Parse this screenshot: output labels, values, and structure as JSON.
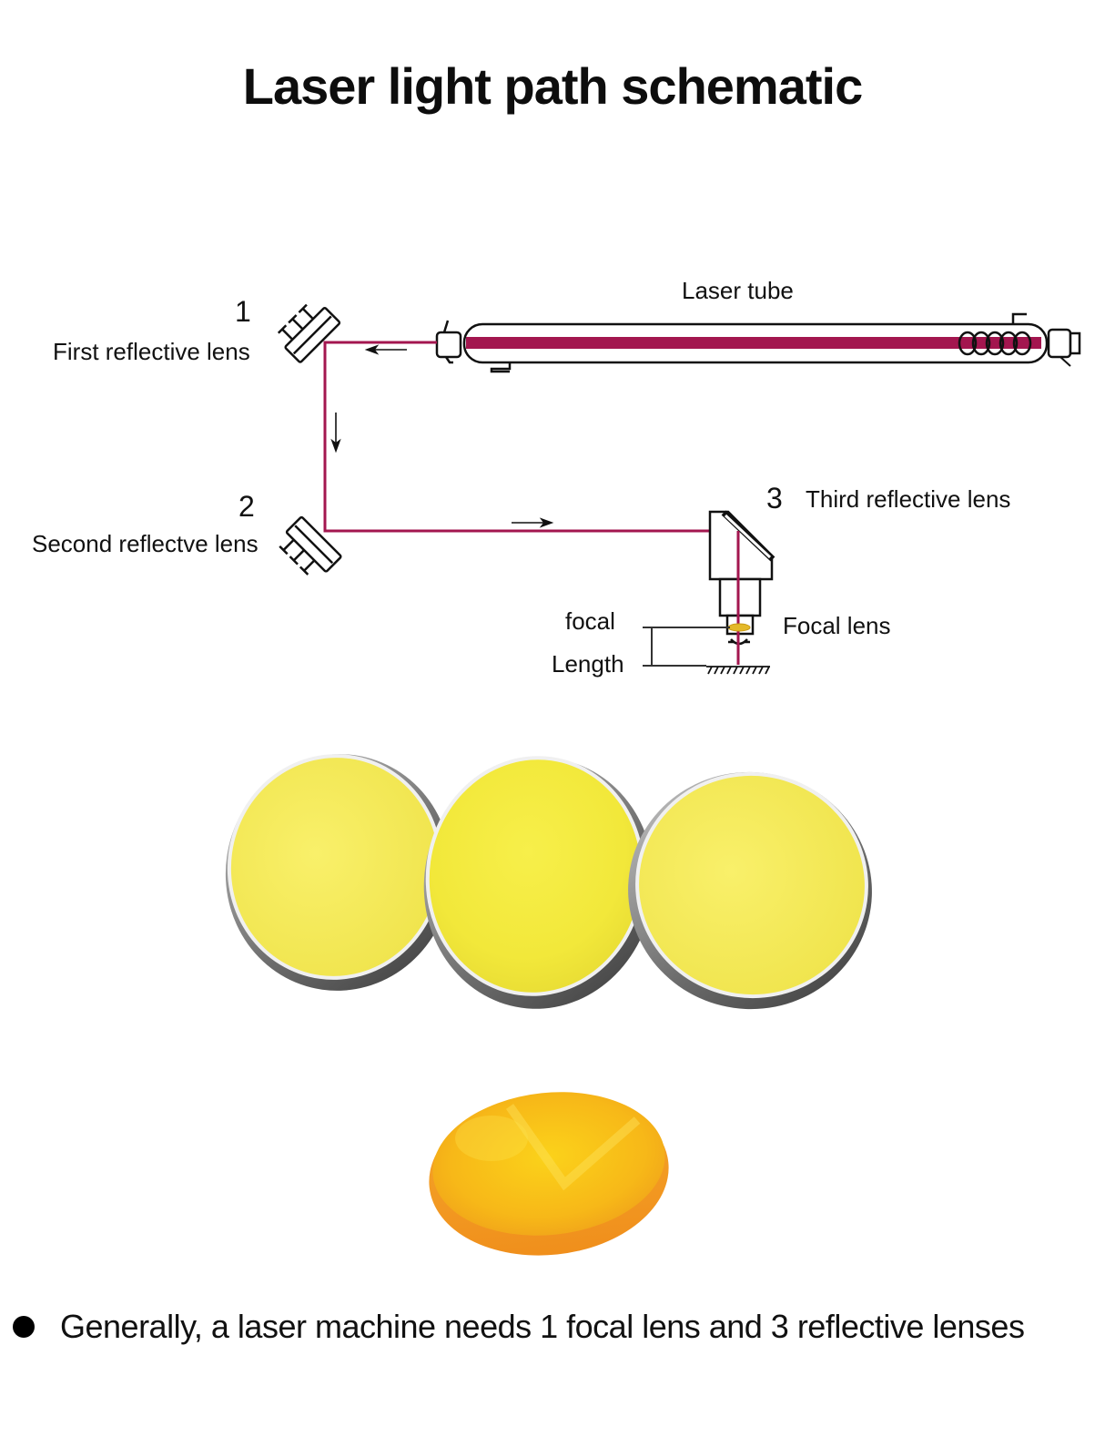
{
  "title": "Laser light path schematic",
  "diagram": {
    "laser_tube_label": "Laser tube",
    "first_lens": {
      "number": "1",
      "label": "First reflective lens"
    },
    "second_lens": {
      "number": "2",
      "label": "Second reflectve lens"
    },
    "third_lens": {
      "number": "3",
      "label": "Third reflective lens"
    },
    "focal_lens_label": "Focal lens",
    "focal_length_label_line1": "focal",
    "focal_length_label_line2": "Length",
    "colors": {
      "beam": "#a3164f",
      "tube_beam": "#a3164f",
      "reflective_lens": "#f2ea3c",
      "focal_lens": "#f5b316"
    }
  },
  "photos": {
    "reflective_lenses_count": 3,
    "focal_lenses_count": 1
  },
  "footer": {
    "note": "Generally, a laser machine needs 1 focal lens and 3 reflective lenses"
  }
}
